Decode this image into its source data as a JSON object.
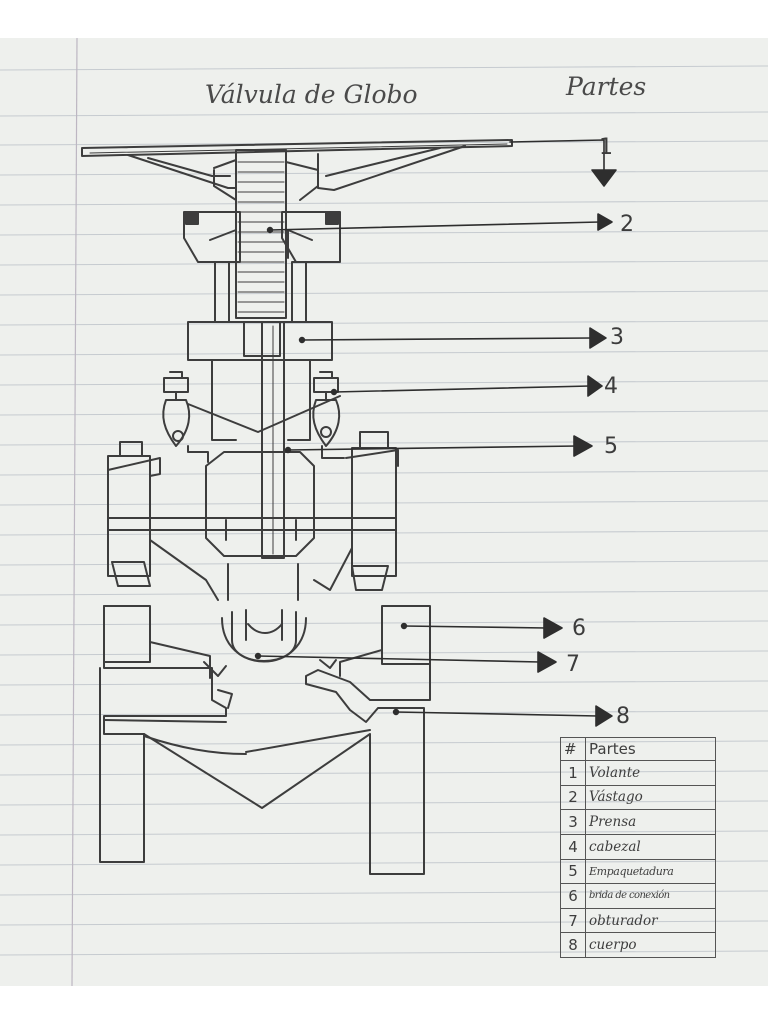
{
  "title": "Válvula de Globo",
  "parts_heading": "Partes",
  "callouts": [
    "1",
    "2",
    "3",
    "4",
    "5",
    "6",
    "7",
    "8"
  ],
  "table": {
    "headers": [
      "#",
      "Partes"
    ],
    "rows": [
      {
        "num": "1",
        "name": "Volante"
      },
      {
        "num": "2",
        "name": "Vástago"
      },
      {
        "num": "3",
        "name": "Prensa"
      },
      {
        "num": "4",
        "name": "cabezal"
      },
      {
        "num": "5",
        "name": "Empaquetadura"
      },
      {
        "num": "6",
        "name": "brida de conexión"
      },
      {
        "num": "7",
        "name": "obturador"
      },
      {
        "num": "8",
        "name": "cuerpo"
      }
    ]
  }
}
